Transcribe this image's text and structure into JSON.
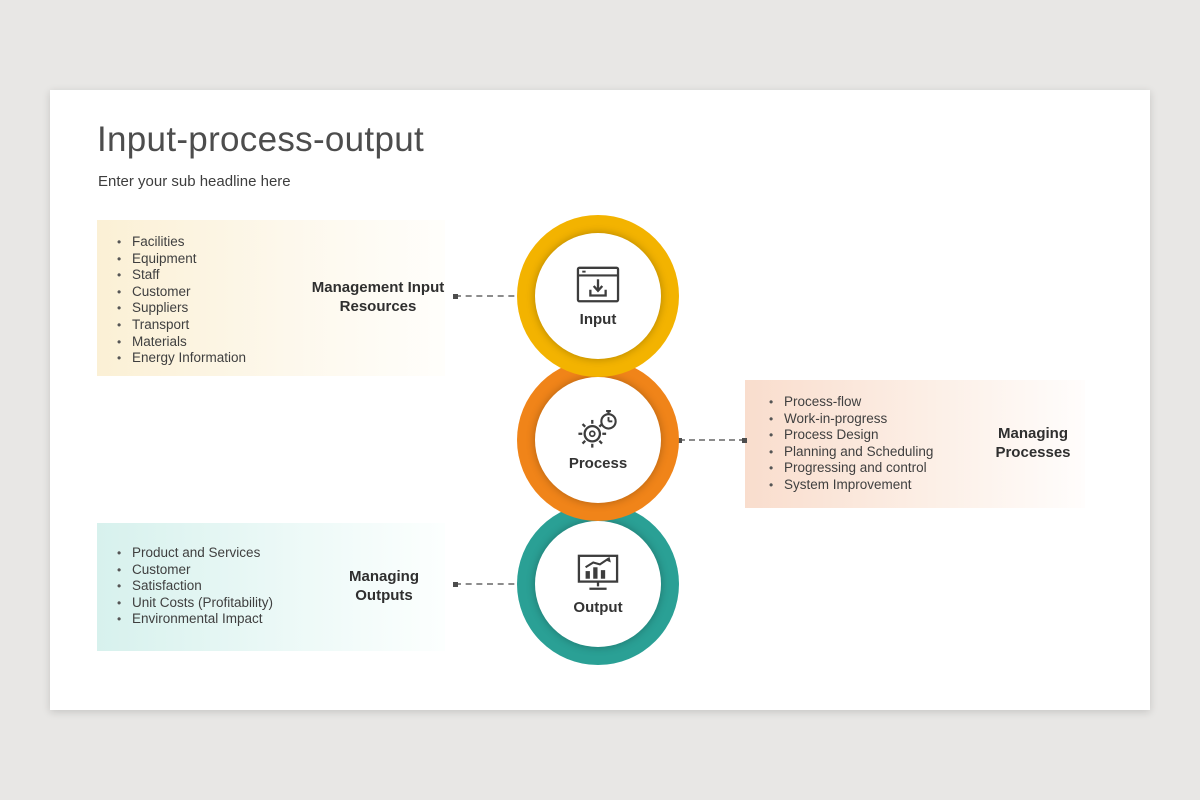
{
  "slide": {
    "title": "Input-process-output",
    "subtitle": "Enter your sub headline here"
  },
  "nodes": [
    {
      "id": "input",
      "label": "Input",
      "color": "#f3b300",
      "icon": "download-window-icon"
    },
    {
      "id": "process",
      "label": "Process",
      "color": "#f08419",
      "icon": "gear-stopwatch-icon"
    },
    {
      "id": "output",
      "label": "Output",
      "color": "#2aa095",
      "icon": "chart-monitor-icon"
    }
  ],
  "panels": [
    {
      "id": "management-input-resources",
      "label": "Management Input Resources",
      "items": [
        "Facilities",
        "Equipment",
        "Staff",
        "Customer",
        "Suppliers",
        "Transport",
        "Materials",
        "Energy Information"
      ]
    },
    {
      "id": "managing-processes",
      "label": "Managing Processes",
      "items": [
        "Process-flow",
        "Work-in-progress",
        "Process Design",
        "Planning and Scheduling",
        "Progressing and control",
        "System Improvement"
      ]
    },
    {
      "id": "managing-outputs",
      "label": "Managing Outputs",
      "items": [
        "Product and Services",
        "Customer",
        "Satisfaction",
        "Unit Costs (Profitability)",
        "Environmental Impact"
      ]
    }
  ]
}
